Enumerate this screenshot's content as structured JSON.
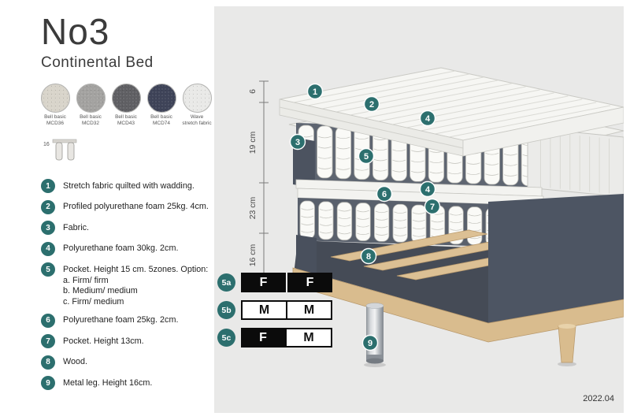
{
  "product": {
    "title": "No3",
    "subtitle": "Continental Bed",
    "version": "2022.04"
  },
  "swatches": [
    {
      "line1": "Bell basic",
      "line2": "MCD36",
      "color": "#d8d4ca"
    },
    {
      "line1": "Bell basic",
      "line2": "MCD32",
      "color": "#a3a2a0"
    },
    {
      "line1": "Bell basic",
      "line2": "MCD43",
      "color": "#5f5f63"
    },
    {
      "line1": "Bell basic",
      "line2": "MCD74",
      "color": "#3e4358"
    },
    {
      "line1": "Wave",
      "line2": "stretch fabric",
      "color": "#e9e9e7"
    }
  ],
  "leg_thumb": {
    "label": "16"
  },
  "features": [
    {
      "num": "1",
      "text": "Stretch fabric quilted with wadding."
    },
    {
      "num": "2",
      "text": "Profiled polyurethane foam 25kg. 4cm."
    },
    {
      "num": "3",
      "text": "Fabric."
    },
    {
      "num": "4",
      "text": "Polyurethane foam 30kg. 2cm."
    },
    {
      "num": "5",
      "text": "Pocket. Height 15 cm. 5zones. Option:",
      "options": [
        "a. Firm/ firm",
        "b. Medium/ medium",
        "c. Firm/ medium"
      ]
    },
    {
      "num": "6",
      "text": "Polyurethane foam 25kg. 2cm."
    },
    {
      "num": "7",
      "text": "Pocket. Height 13cm."
    },
    {
      "num": "8",
      "text": "Wood."
    },
    {
      "num": "9",
      "text": "Metal leg. Height 16cm."
    }
  ],
  "ruler": {
    "labels": [
      "6",
      "19 cm",
      "23 cm",
      "16 cm"
    ]
  },
  "diagram": {
    "badges": [
      "1",
      "2",
      "3",
      "4",
      "5",
      "4",
      "6",
      "7",
      "8",
      "9"
    ]
  },
  "firmness": {
    "rows": [
      {
        "label": "5a",
        "cells": [
          {
            "t": "F"
          },
          {
            "t": "F"
          }
        ]
      },
      {
        "label": "5b",
        "cells": [
          {
            "t": "M"
          },
          {
            "t": "M"
          }
        ]
      },
      {
        "label": "5c",
        "cells": [
          {
            "t": "F"
          },
          {
            "t": "M"
          }
        ]
      }
    ]
  },
  "colors": {
    "badge_teal": "#2c6f6e",
    "panel_gray": "#e9e9e8",
    "base_dark": "#4d5563",
    "wood": "#d9bc8e"
  }
}
